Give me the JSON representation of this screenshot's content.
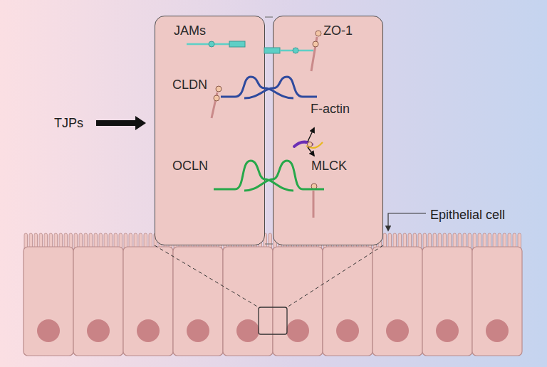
{
  "diagram": {
    "nodes": [
      {
        "text": [
          "JAMs",
          "CLDN",
          "OCLN"
        ]
      },
      {
        "text": [
          "ZO-1",
          "F-actin",
          "MLCK"
        ]
      }
    ],
    "labels": [
      "TJPs",
      "Epithelial cell"
    ]
  }
}
